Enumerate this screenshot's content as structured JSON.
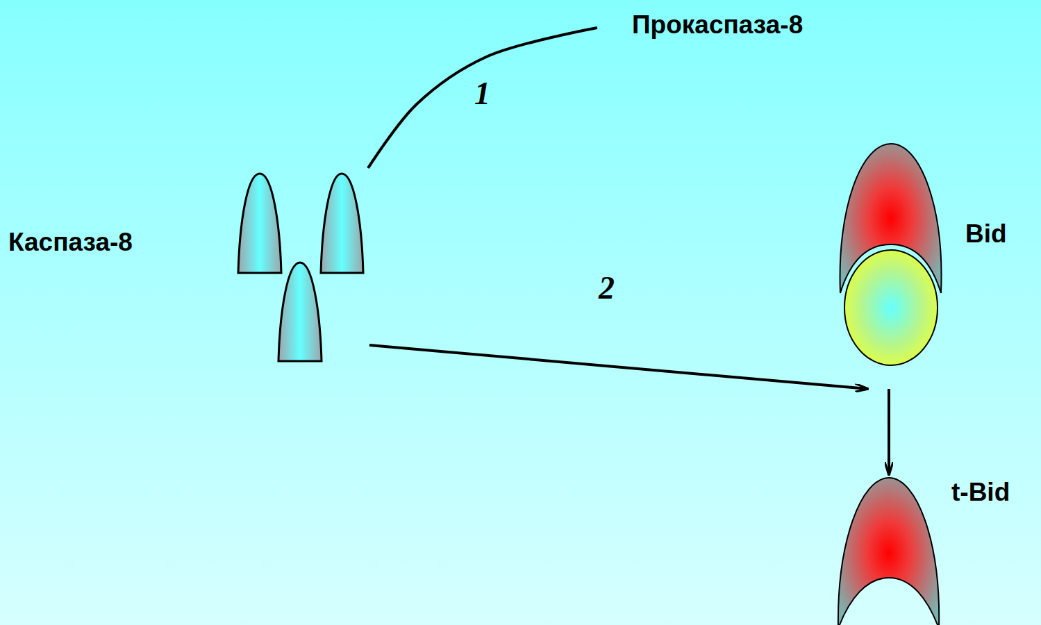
{
  "diagram": {
    "nodes": [
      {
        "text": [
          "Прокаспаза-8"
        ]
      },
      {
        "text": [
          "Каспаза-8"
        ]
      },
      {
        "text": [
          "Bid"
        ]
      },
      {
        "text": [
          "t-Bid"
        ]
      }
    ],
    "edges": [
      {
        "from": 0,
        "to": 1,
        "arrow": "none",
        "label": "1"
      },
      {
        "from": 1,
        "to": 2,
        "arrow": "to",
        "label": "2"
      },
      {
        "from": 2,
        "to": 3,
        "arrow": "to"
      }
    ]
  }
}
